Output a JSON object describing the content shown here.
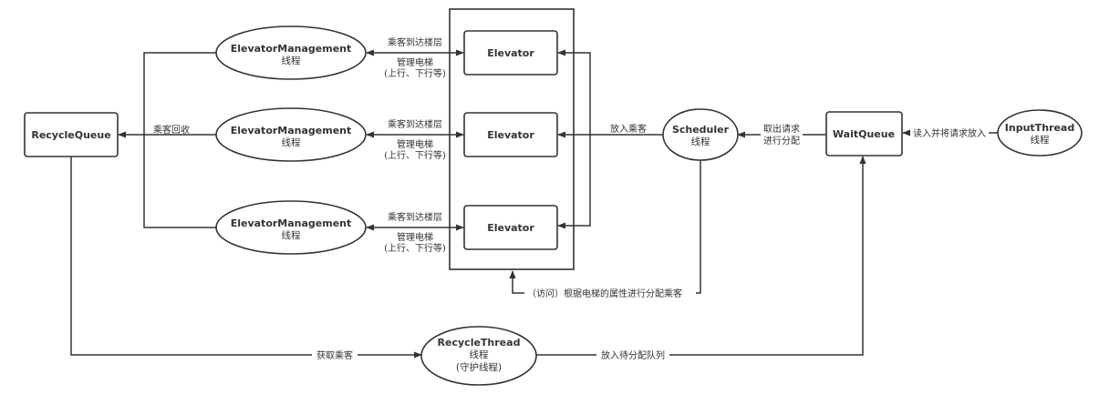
{
  "nodes": {
    "recycle_queue": {
      "title": "RecycleQueue",
      "shape": "rounded-rect"
    },
    "em1": {
      "title": "ElevatorManagement",
      "subtitle": "线程",
      "shape": "ellipse"
    },
    "em2": {
      "title": "ElevatorManagement",
      "subtitle": "线程",
      "shape": "ellipse"
    },
    "em3": {
      "title": "ElevatorManagement",
      "subtitle": "线程",
      "shape": "ellipse"
    },
    "elevator1": {
      "title": "Elevator",
      "shape": "rounded-rect"
    },
    "elevator2": {
      "title": "Elevator",
      "shape": "rounded-rect"
    },
    "elevator3": {
      "title": "Elevator",
      "shape": "rounded-rect"
    },
    "scheduler": {
      "title": "Scheduler",
      "subtitle": "线程",
      "shape": "ellipse"
    },
    "wait_queue": {
      "title": "WaitQueue",
      "shape": "rounded-rect"
    },
    "input_thread": {
      "title": "InputThread",
      "subtitle": "线程",
      "shape": "ellipse"
    },
    "recycle_thread": {
      "title": "RecycleThread",
      "subtitle": "线程",
      "subtitle2": "(守护线程)",
      "shape": "ellipse"
    }
  },
  "edges": {
    "em_to_elevator_label": "乘客到达楼层",
    "elevator_to_em_label_1": "管理电梯",
    "elevator_to_em_label_2": "(上行、下行等)",
    "em_to_recycle_label": "乘客回收",
    "scheduler_to_elevator_label": "放入乘客",
    "waitqueue_to_scheduler_label_1": "取出请求",
    "waitqueue_to_scheduler_label_2": "进行分配",
    "input_to_waitqueue_label": "读入并将请求放入",
    "scheduler_access_label": "（访问）根据电梯的属性进行分配乘客",
    "recycle_queue_to_thread_label": "获取乘客",
    "thread_to_waitqueue_label": "放入待分配队列"
  },
  "colors": {
    "stroke": "#333333",
    "text": "#333333",
    "background": "#ffffff"
  }
}
